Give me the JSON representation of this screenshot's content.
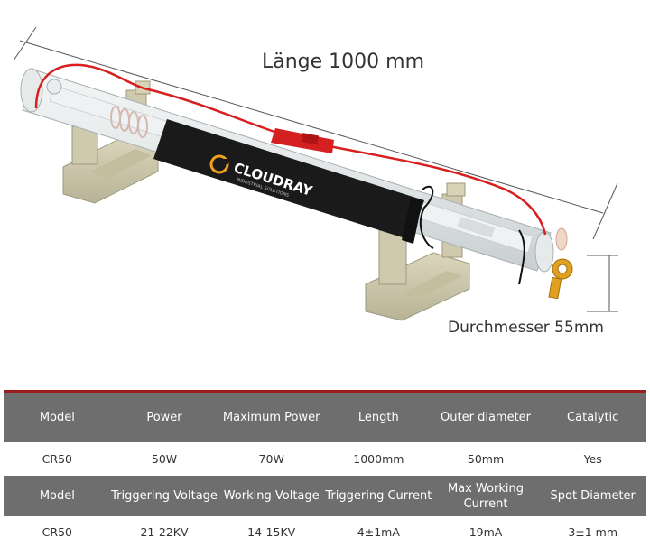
{
  "dimensions": {
    "length_label": "Länge 1000 mm",
    "diameter_label": "Durchmesser 55mm"
  },
  "brand": {
    "name": "CLOUDRAY",
    "tagline": "INDUSTRIAL SOLUTIONS"
  },
  "colors": {
    "table_header_bg": "#6e6e6e",
    "accent_line": "#9a1e1e",
    "tube_label": "#1a1a1a",
    "wire_red": "#d81e1e",
    "nozzle_gold": "#e0a020"
  },
  "table": {
    "row1_headers": [
      "Model",
      "Power",
      "Maximum Power",
      "Length",
      "Outer diameter",
      "Catalytic"
    ],
    "row1_values": [
      "CR50",
      "50W",
      "70W",
      "1000mm",
      "50mm",
      "Yes"
    ],
    "row2_headers": [
      "Model",
      "Triggering Voltage",
      "Working Voltage",
      "Triggering Current",
      "Max Working Current",
      "Spot Diameter"
    ],
    "row2_values": [
      "CR50",
      "21-22KV",
      "14-15KV",
      "4±1mA",
      "19mA",
      "3±1 mm"
    ]
  }
}
